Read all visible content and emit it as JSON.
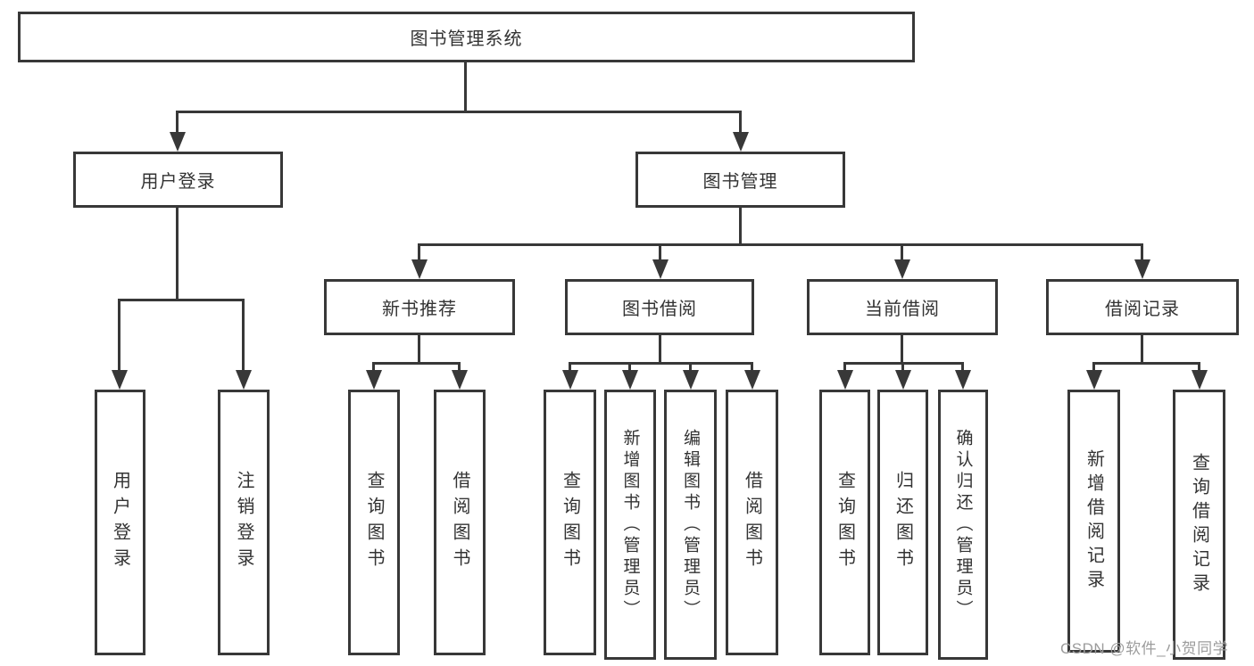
{
  "tree": {
    "label": "图书管理系统",
    "children": [
      {
        "label": "用户登录",
        "children": [
          {
            "label": "用户登录"
          },
          {
            "label": "注销登录"
          }
        ]
      },
      {
        "label": "图书管理",
        "children": [
          {
            "label": "新书推荐",
            "children": [
              {
                "label": "查询图书"
              },
              {
                "label": "借阅图书"
              }
            ]
          },
          {
            "label": "图书借阅",
            "children": [
              {
                "label": "查询图书"
              },
              {
                "label": "新增图书（管理员）"
              },
              {
                "label": "编辑图书（管理员）"
              },
              {
                "label": "借阅图书"
              }
            ]
          },
          {
            "label": "当前借阅",
            "children": [
              {
                "label": "查询图书"
              },
              {
                "label": "归还图书"
              },
              {
                "label": "确认归还（管理员）"
              }
            ]
          },
          {
            "label": "借阅记录",
            "children": [
              {
                "label": "新增借阅记录"
              },
              {
                "label": "查询借阅记录"
              }
            ]
          }
        ]
      }
    ]
  },
  "watermark": "CSDN @软件_小贺同学",
  "colors": {
    "line": "#383838",
    "text": "#333333",
    "watermark": "#9c9c9c",
    "background": "#ffffff"
  }
}
